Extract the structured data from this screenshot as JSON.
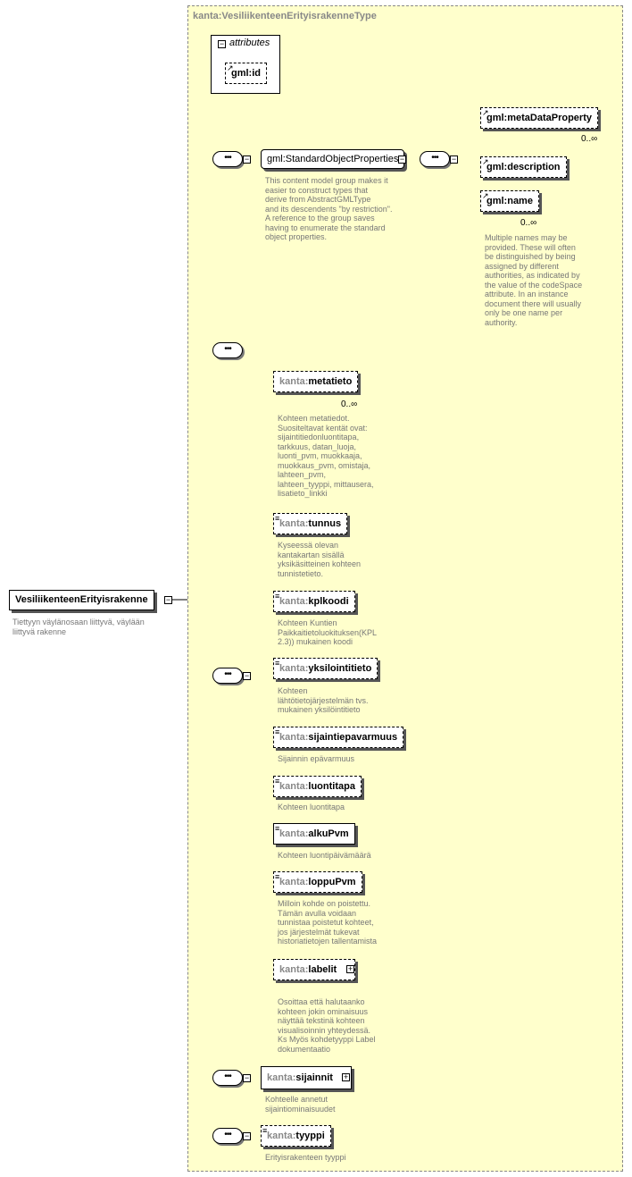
{
  "diagram": {
    "type_title": "kanta:VesiliikenteenErityisrakenneType",
    "root": {
      "name": "VesiliikenteenErityisrakenne",
      "annotation": "Tiettyyn väylänosaan liittyvä, väylään\nliittyvä rakenne"
    },
    "attributes": {
      "label": "attributes",
      "items": [
        "gml:id"
      ]
    },
    "group": {
      "name": "gml:StandardObjectProperties",
      "annotation": "This content model group makes it\neasier to construct types that\n      derive from AbstractGMLType\nand its descendents \"by restriction\".\n      A reference to the group saves\nhaving to enumerate the standard\nobject properties."
    },
    "gml_elements": [
      {
        "name": "gml:metaDataProperty",
        "occurs": "0..∞",
        "annotation": ""
      },
      {
        "name": "gml:description",
        "occurs": "",
        "annotation": ""
      },
      {
        "name": "gml:name",
        "occurs": "0..∞",
        "annotation": "Multiple names may be\nprovided.  These will often\nbe distinguished by being\nassigned by different\nauthorities, as indicated by\nthe value of the codeSpace\nattribute.  In an instance\ndocument there will usually\nonly be one name per\nauthority."
      }
    ],
    "kanta_elements": [
      {
        "ns": "kanta:",
        "name": "metatieto",
        "occurs": "0..∞",
        "annotation": "Kohteen metatiedot.\nSuositeltavat kentät ovat:\nsijaintitiedonluontitapa,\ntarkkuus, datan_luoja,\nluonti_pvm, muokkaaja,\nmuokkaus_pvm, omistaja,\nlahteen_pvm,\nlahteen_tyyppi, mittausera,\nlisatieto_linkki"
      },
      {
        "ns": "kanta:",
        "name": "tunnus",
        "occurs": "",
        "annotation": "Kyseessä olevan\nkantakartan sisällä\nyksikäsitteinen kohteen\ntunnistetieto."
      },
      {
        "ns": "kanta:",
        "name": "kplkoodi",
        "occurs": "",
        "annotation": "Kohteen Kuntien\nPaikkaitietoluokituksen(KPL\n2.3)) mukainen koodi"
      },
      {
        "ns": "kanta:",
        "name": "yksilointitieto",
        "occurs": "",
        "annotation": "Kohteen\nlähtötietojärjestelmän  tvs.\nmukainen yksilöintitieto"
      },
      {
        "ns": "kanta:",
        "name": "sijaintiepavarmuus",
        "occurs": "",
        "annotation": "Sijainnin epävarmuus"
      },
      {
        "ns": "kanta:",
        "name": "luontitapa",
        "occurs": "",
        "annotation": "Kohteen luontitapa"
      },
      {
        "ns": "kanta:",
        "name": "alkuPvm",
        "occurs": "",
        "annotation": "Kohteen luontipäivämäärä"
      },
      {
        "ns": "kanta:",
        "name": "loppuPvm",
        "occurs": "",
        "annotation": "Milloin kohde on poistettu.\nTämän avulla voidaan\ntunnistaa poistetut kohteet,\njos järjestelmät tukevat\nhistoriatietojen tallentamista"
      },
      {
        "ns": "kanta:",
        "name": "labelit",
        "occurs": "",
        "annotation": "Osoittaa että halutaanko\nkohteen jokin ominaisuus\nnäyttää tekstinä kohteen\nvisualisoinnin yhteydessä.\n Ks Myös kohdetyyppi Label\ndokumentaatio"
      }
    ],
    "sijainnit": {
      "ns": "kanta:",
      "name": "sijainnit",
      "annotation": "Kohteelle annetut\nsijaintiominaisuudet"
    },
    "tyyppi": {
      "ns": "kanta:",
      "name": "tyyppi",
      "annotation": "Erityisrakenteen tyyppi"
    },
    "symbols": {
      "sequence": "•••",
      "collapse": "−",
      "expand": "+",
      "text_marker": "≡",
      "ref_marker": "↗"
    },
    "colors": {
      "type_fill": "#ffffcc",
      "namespace_text": "#888888",
      "annotation_text": "#777777"
    }
  }
}
